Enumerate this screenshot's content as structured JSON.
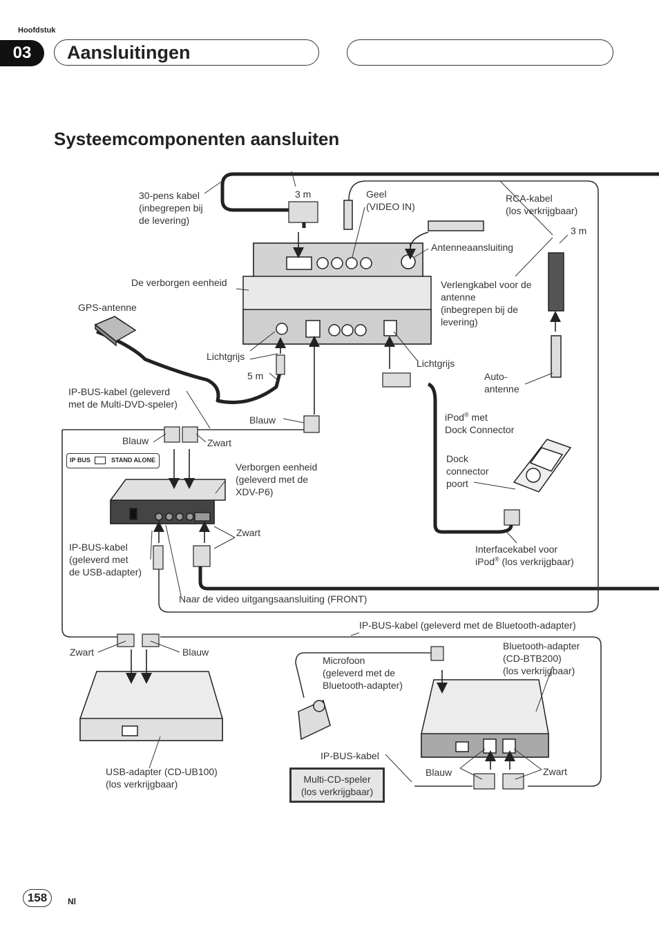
{
  "header": {
    "chapter_label": "Hoofdstuk",
    "chapter_number": "03",
    "chapter_title": "Aansluitingen"
  },
  "section_title": "Systeemcomponenten aansluiten",
  "labels": {
    "pens_kabel": [
      "30-pens kabel",
      "(inbegrepen bij",
      "de levering)"
    ],
    "len_3m_top": "3 m",
    "geel": [
      "Geel",
      "(VIDEO IN)"
    ],
    "rca_kabel": [
      "RCA-kabel",
      "(los verkrijgbaar)"
    ],
    "len_3m_right": "3 m",
    "antenneaansluiting": "Antenneaansluiting",
    "verborgen_eenheid": "De verborgen eenheid",
    "verlengkabel": [
      "Verlengkabel voor de",
      "antenne",
      "(inbegrepen bij de",
      "levering)"
    ],
    "gps_antenne": "GPS-antenne",
    "lichtgrijs_left": "Lichtgrijs",
    "lichtgrijs_right": "Lichtgrijs",
    "len_5m": "5 m",
    "auto_antenne": [
      "Auto-",
      "antenne"
    ],
    "ip_bus_dvd": [
      "IP-BUS-kabel (geleverd",
      "met de Multi-DVD-speler)"
    ],
    "blauw_mid": "Blauw",
    "ipod_prefix": "iPod",
    "ipod_reg": "®",
    "ipod_suffix": " met",
    "dock_connector": "Dock Connector",
    "blauw_left": "Blauw",
    "zwart_top": "Zwart",
    "switch_ip_bus": "IP BUS",
    "switch_stand_alone": "STAND ALONE",
    "verborgen_xdv": [
      "Verborgen eenheid",
      "(geleverd met de",
      "XDV-P6)"
    ],
    "dock_poort": [
      "Dock",
      "connector",
      "poort"
    ],
    "zwart_mid": "Zwart",
    "ip_bus_usb": [
      "IP-BUS-kabel",
      "(geleverd met",
      "de USB-adapter)"
    ],
    "interface_line1": "Interfacekabel voor",
    "interface_line2_prefix": "iPod",
    "interface_reg": "®",
    "interface_line2_suffix": " (los verkrijgbaar)",
    "naar_video": "Naar de video uitgangsaansluiting (FRONT)",
    "ip_bus_bt": "IP-BUS-kabel (geleverd met de Bluetooth-adapter)",
    "zwart_usb": "Zwart",
    "blauw_usb": "Blauw",
    "microfoon": [
      "Microfoon",
      "(geleverd met de",
      "Bluetooth-adapter)"
    ],
    "bt_adapter": [
      "Bluetooth-adapter",
      "(CD-BTB200)",
      "(los verkrijgbaar)"
    ],
    "usb_adapter": [
      "USB-adapter (CD-UB100)",
      "(los verkrijgbaar)"
    ],
    "ip_bus_kabel": "IP-BUS-kabel",
    "multi_cd": [
      "Multi-CD-speler",
      "(los verkrijgbaar)"
    ],
    "blauw_bt": "Blauw",
    "zwart_bt": "Zwart"
  },
  "footer": {
    "page_number": "158",
    "language": "Nl"
  }
}
